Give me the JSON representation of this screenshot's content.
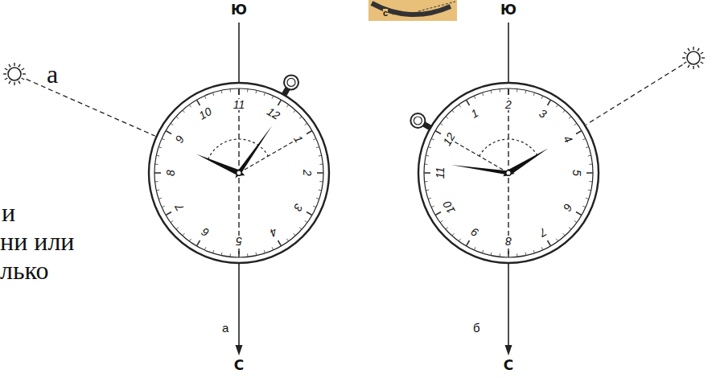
{
  "diagram": {
    "labels": [
      "с",
      "а",
      "и",
      "ни или",
      "лько",
      "Ю",
      "1",
      "2",
      "3",
      "4",
      "5",
      "6",
      "7",
      "8",
      "9",
      "10",
      "11",
      "12",
      "а",
      "С",
      "Ю",
      "1",
      "2",
      "3",
      "4",
      "5",
      "6",
      "7",
      "8",
      "9",
      "10",
      "11",
      "12",
      "б",
      "С"
    ]
  }
}
